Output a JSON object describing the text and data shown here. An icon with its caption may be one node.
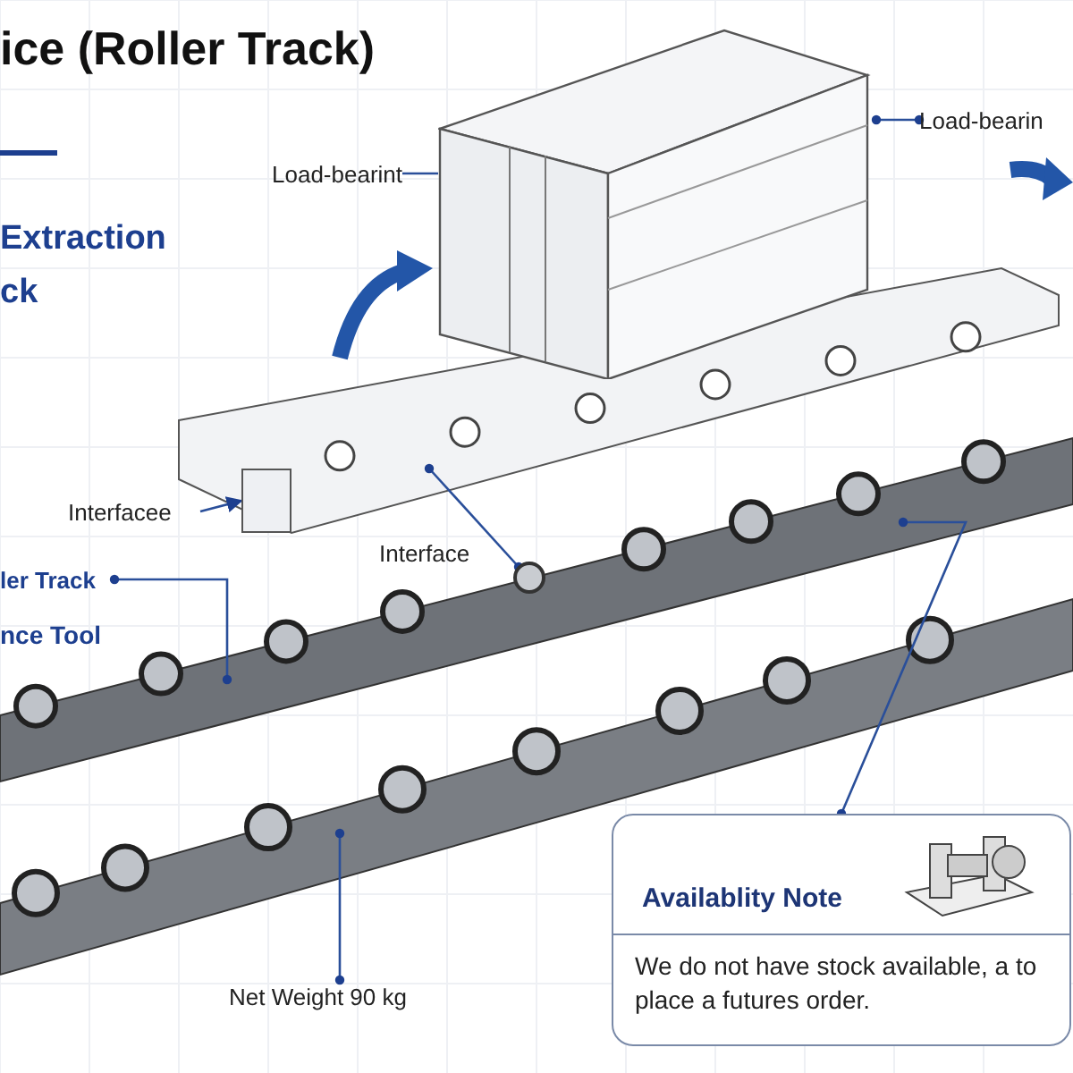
{
  "diagram": {
    "title": "ice (Roller Track)",
    "nodes": [
      {
        "text": [
          "Load-bearint"
        ]
      },
      {
        "text": [],
        "shape": "picture"
      },
      {
        "text": [
          "Load-bearin"
        ]
      },
      {
        "text": [
          "Interfacee"
        ]
      },
      {
        "text": [],
        "shape": "box"
      },
      {
        "text": [
          "ler Track"
        ]
      },
      {
        "text": [],
        "shape": "circle"
      },
      {
        "text": [
          "Net Weight 90 kg"
        ]
      },
      {
        "text": [
          "Availablity Note",
          "We do not have stock available, a to place a futures order."
        ]
      }
    ],
    "edges": [
      {
        "from": 0,
        "to": 1,
        "arrow": "none"
      },
      {
        "from": 2,
        "to": 1,
        "arrow": "other"
      },
      {
        "from": 3,
        "to": 4,
        "arrow": "to"
      },
      {
        "from": 5,
        "to": null,
        "arrow": "other"
      },
      {
        "from": null,
        "to": 6,
        "arrow": "other"
      },
      {
        "from": 7,
        "to": null,
        "arrow": "other"
      },
      {
        "from": null,
        "to": 8,
        "arrow": "other"
      }
    ],
    "labels": [
      "Extraction",
      "ck",
      "Interface",
      "nce Tool"
    ]
  }
}
